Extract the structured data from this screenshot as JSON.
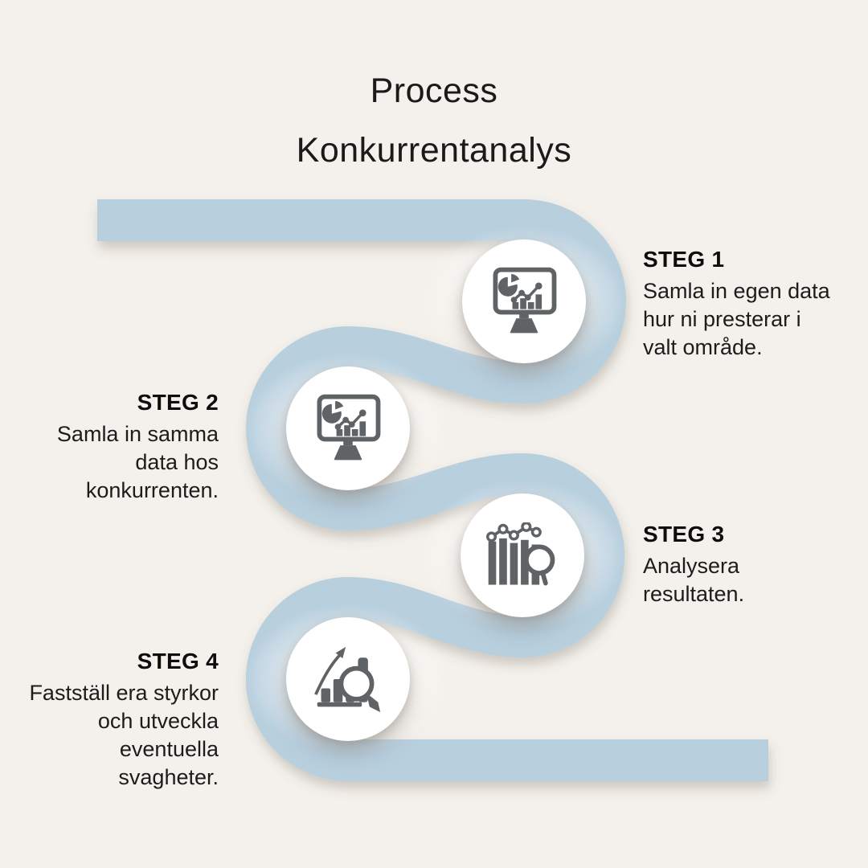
{
  "title": {
    "line1": "Process",
    "line2": "Konkurrentanalys"
  },
  "steps": [
    {
      "label": "STEG 1",
      "text": "Samla in egen data\nhur ni presterar i\nvalt område.",
      "icon": "monitor-analytics-icon",
      "side": "right"
    },
    {
      "label": "STEG 2",
      "text": "Samla in samma\ndata hos\nkonkurrenten.",
      "icon": "monitor-analytics-icon",
      "side": "left"
    },
    {
      "label": "STEG 3",
      "text": "Analysera\nresultaten.",
      "icon": "bar-chart-search-icon",
      "side": "right"
    },
    {
      "label": "STEG 4",
      "text": "Fastställ era styrkor\noch utveckla\neventuella\nsvagheter.",
      "icon": "growth-chart-search-icon",
      "side": "left"
    }
  ],
  "colors": {
    "background": "#f4f0eb",
    "path": "#b8cfde",
    "node": "#ffffff",
    "icon": "#5f6366",
    "text": "#161616"
  }
}
